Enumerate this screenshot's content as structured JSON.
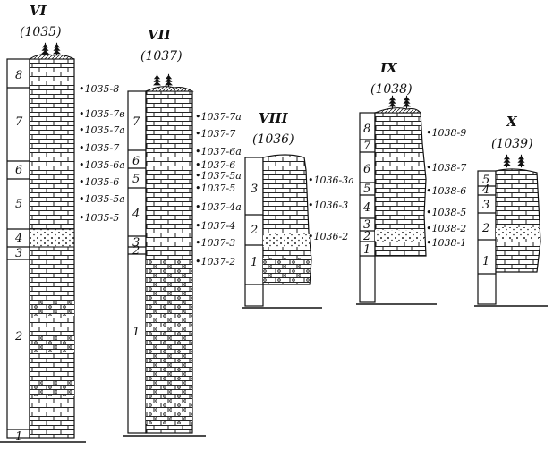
{
  "sections": [
    {
      "id": "VI",
      "code": "(1035)",
      "layers": [
        "8",
        "7",
        "6",
        "5",
        "4",
        "3",
        "2",
        "1"
      ],
      "samples": [
        "1035-8",
        "1035-7в",
        "1035-7а",
        "1035-7",
        "1035-6а",
        "1035-6",
        "1035-5а",
        "1035-5"
      ]
    },
    {
      "id": "VII",
      "code": "(1037)",
      "layers": [
        "7",
        "6",
        "5",
        "4",
        "3",
        "2",
        "1"
      ],
      "samples": [
        "1037-7а",
        "1037-7",
        "1037-6а",
        "1037-6",
        "1037-5а",
        "1037-5",
        "1037-4а",
        "1037-4",
        "1037-3",
        "1037-2"
      ]
    },
    {
      "id": "VIII",
      "code": "(1036)",
      "layers": [
        "3",
        "2",
        "1"
      ],
      "samples": [
        "1036-3а",
        "1036-3",
        "1036-2"
      ]
    },
    {
      "id": "IX",
      "code": "(1038)",
      "layers": [
        "8",
        "7",
        "6",
        "5",
        "4",
        "3",
        "2",
        "1"
      ],
      "samples": [
        "1038-9",
        "1038-7",
        "1038-6",
        "1038-5",
        "1038-2",
        "1038-1"
      ]
    },
    {
      "id": "X",
      "code": "(1039)",
      "layers": [
        "5",
        "4",
        "3",
        "2",
        "1"
      ],
      "samples": []
    }
  ],
  "colors": {
    "ink": "#111111",
    "paper": "#ffffff"
  },
  "icons": {
    "vegetation": "tree-icon"
  }
}
